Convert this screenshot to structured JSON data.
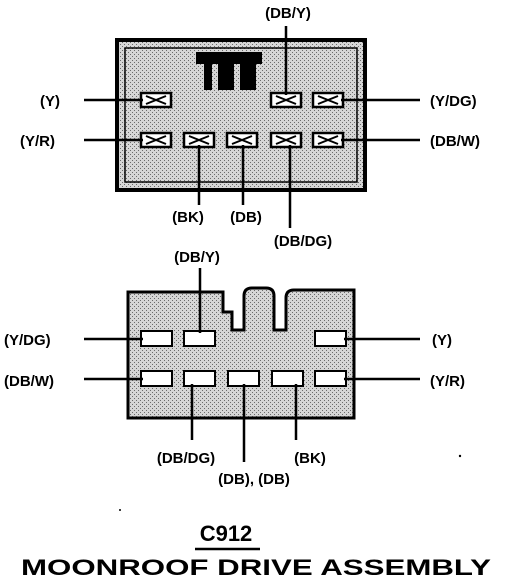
{
  "connector_id": "C912",
  "assembly_title_parts": [
    "MOONROOF ",
    "DRIVE",
    " ASSEMBLY"
  ],
  "top_view": {
    "labels": {
      "top_center": "(DB/Y)",
      "left_upper": "(Y)",
      "left_lower": "(Y/R)",
      "right_upper": "(Y/DG)",
      "right_lower": "(DB/W)",
      "bottom_bk": "(BK)",
      "bottom_db": "(DB)",
      "bottom_dbdg": "(DB/DG)"
    }
  },
  "bottom_view": {
    "labels": {
      "top_dby": "(DB/Y)",
      "left_upper": "(Y/DG)",
      "left_lower": "(DB/W)",
      "right_upper": "(Y)",
      "right_lower": "(Y/R)",
      "bottom_dbdg": "(DB/DG)",
      "bottom_bk": "(BK)",
      "bottom_db_pair": "(DB), (DB)"
    }
  },
  "colors": {
    "housing_fill": "#c9c9c9",
    "ink": "#000000",
    "background": "#ffffff"
  }
}
